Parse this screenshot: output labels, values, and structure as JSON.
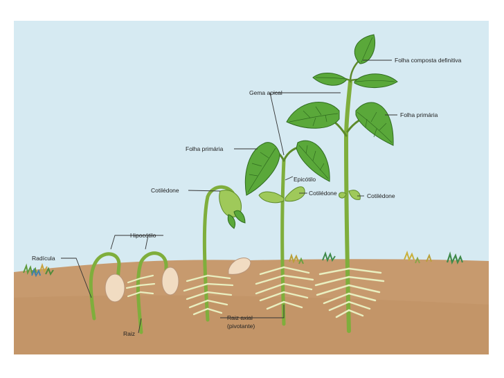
{
  "labels": {
    "radicula": "Radícula",
    "hipocotilo": "Hipocótilo",
    "raiz": "Raiz",
    "cotiledone_1": "Cotilédone",
    "folha_primaria_1": "Folha primária",
    "gema_apical": "Gema apical",
    "epicotilo": "Epicótilo",
    "cotiledone_2": "Cotilédone",
    "raiz_axial_1": "Raiz axial",
    "raiz_axial_2": "(pivotante)",
    "folha_composta": "Folha composta definitiva",
    "folha_primaria_2": "Folha primária",
    "cotiledone_3": "Cotilédone"
  },
  "colors": {
    "sky": "#d6eaf2",
    "soil": "#c79a6e",
    "soil_dark": "#b8875b",
    "stem": "#7fae3c",
    "leaf": "#5aa83a",
    "root": "#e9efc0",
    "seed": "#f1dcc2"
  }
}
